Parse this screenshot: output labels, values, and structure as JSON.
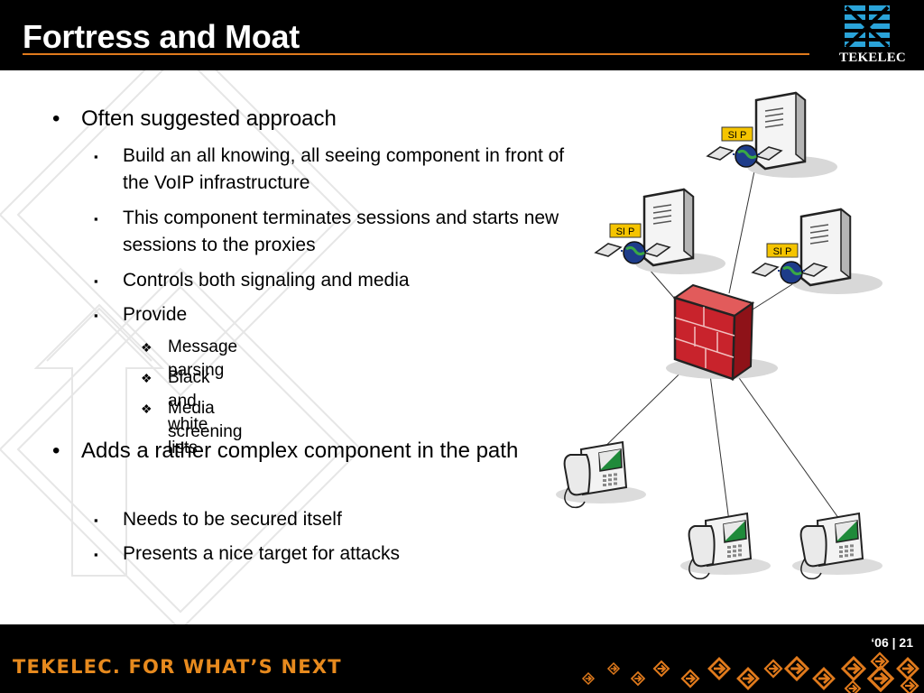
{
  "slide": {
    "title": "Fortress and Moat",
    "logo_text": "TEKELEC",
    "footer_tagline": "TEKELEC. FOR WHAT’S NEXT",
    "page_number": "‘06 | 21"
  },
  "bullets": [
    {
      "level": 1,
      "marker": "•",
      "text": "Often suggested approach"
    },
    {
      "level": 2,
      "marker": "▪",
      "text": "Build an all knowing, all seeing component in front of the VoIP infrastructure"
    },
    {
      "level": 2,
      "marker": "▪",
      "text": "This component terminates sessions and starts new sessions to the proxies"
    },
    {
      "level": 2,
      "marker": "▪",
      "text": "Controls both signaling and media"
    },
    {
      "level": 2,
      "marker": "▪",
      "text": "Provide"
    },
    {
      "level": 3,
      "marker": "❖",
      "text": "Message parsing"
    },
    {
      "level": 3,
      "marker": "❖",
      "text": "Black and white lists"
    },
    {
      "level": 3,
      "marker": "❖",
      "text": "Media screening"
    },
    {
      "level": 1,
      "marker": "•",
      "text": "Adds a rather complex component in the path"
    },
    {
      "level": 2,
      "marker": "▪",
      "text": "Needs to be secured itself"
    },
    {
      "level": 2,
      "marker": "▪",
      "text": "Presents a nice target for attacks"
    }
  ],
  "diagram": {
    "server_label": "SI P",
    "colors": {
      "firewall": "#c8232c",
      "sip_tag": "#f5c400",
      "accent": "#e07a1c",
      "phone_screen": "#1f8a3a"
    }
  }
}
